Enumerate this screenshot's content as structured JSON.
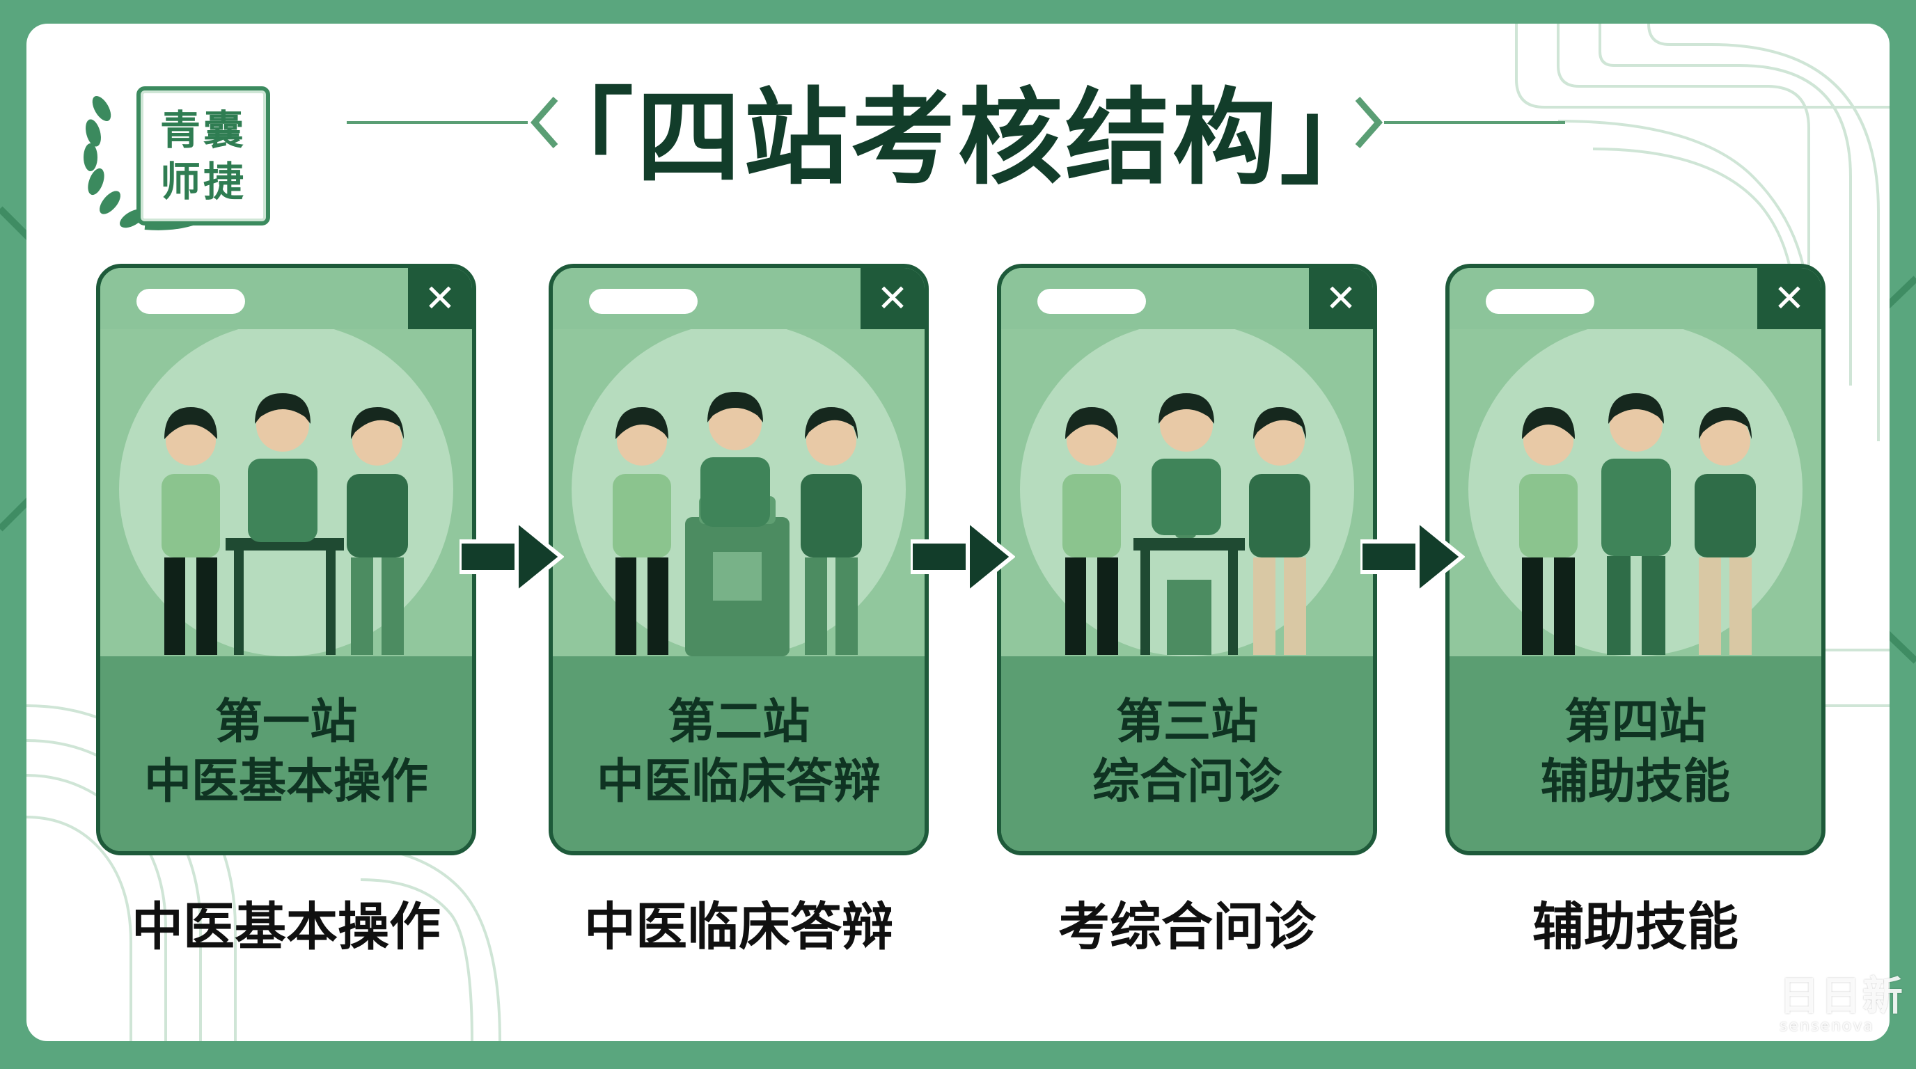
{
  "logo": {
    "line1": "青囊",
    "line2": "师捷"
  },
  "title": "「四站考核结构」",
  "stations": [
    {
      "line1": "第一站",
      "line2": "中医基本操作",
      "caption": "中医基本操作"
    },
    {
      "line1": "第二站",
      "line2": "中医临床答辩",
      "caption": "中医临床答辩"
    },
    {
      "line1": "第三站",
      "line2": "综合问诊",
      "caption": "考综合问诊"
    },
    {
      "line1": "第四站",
      "line2": "辅助技能",
      "caption": "辅助技能"
    }
  ],
  "card_close_glyph": "✕",
  "watermark": {
    "name": "日日新",
    "sub": "sensenova"
  },
  "colors": {
    "page_bg": "#5aa67e",
    "card_dark": "#1f5a3a",
    "card_mid": "#6fae82",
    "title": "#123d2a"
  }
}
